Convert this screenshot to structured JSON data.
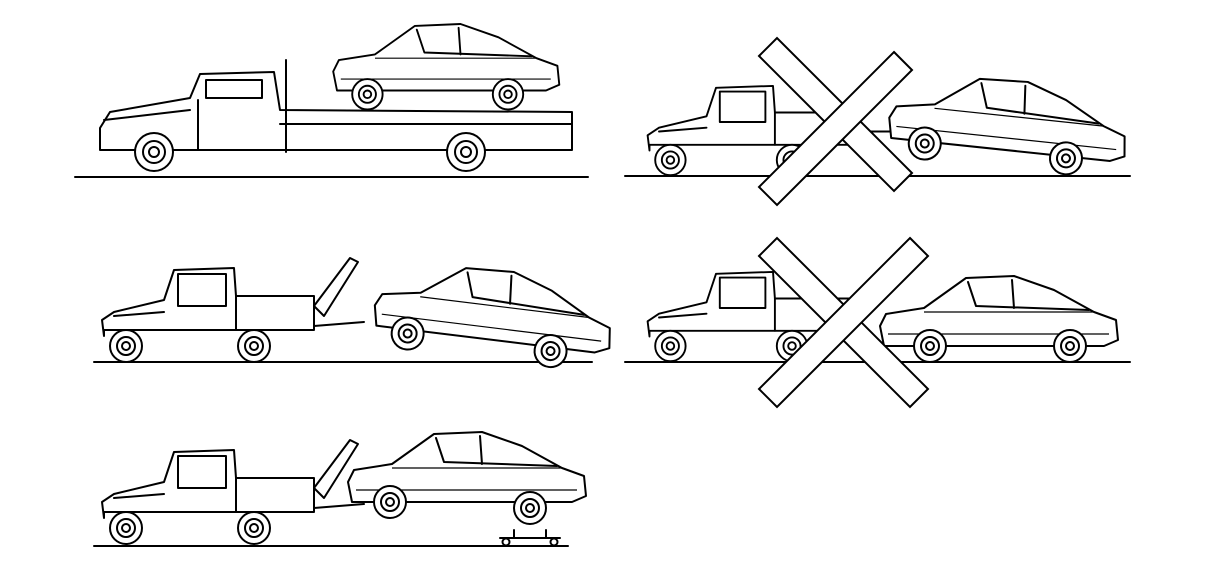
{
  "figure": {
    "panels": [
      {
        "id": "flatbed",
        "allowed": true
      },
      {
        "id": "sling-rear-raised",
        "allowed": false
      },
      {
        "id": "wheel-lift-front",
        "allowed": true
      },
      {
        "id": "flat-tow-rope",
        "allowed": false
      },
      {
        "id": "wheel-lift-front-dolly",
        "allowed": true
      }
    ],
    "colors": {
      "line": "#000000",
      "background": "#ffffff"
    },
    "icons": [
      "tow-truck-icon",
      "car-icon",
      "prohibited-x-icon",
      "tow-dolly-icon"
    ]
  }
}
